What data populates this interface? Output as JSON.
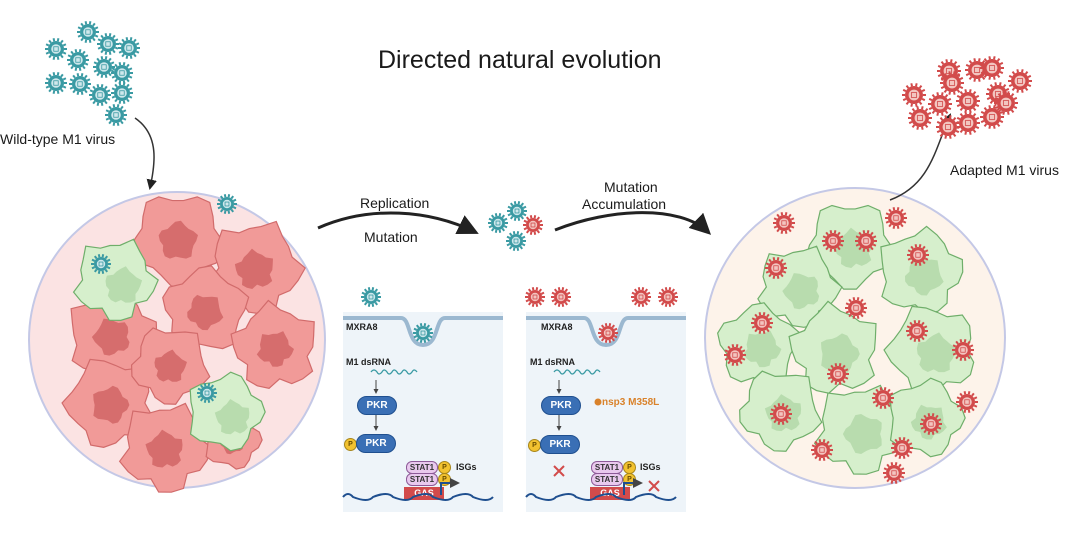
{
  "title": "Directed natural evolution",
  "labels": {
    "wild_type": "Wild-type M1 virus",
    "adapted": "Adapted M1 virus",
    "replication": "Replication",
    "mutation": "Mutation",
    "mutation_acc_line1": "Mutation",
    "mutation_acc_line2": "Accumulation"
  },
  "panels": [
    {
      "name": "wild-type-pathway",
      "receptor": "MXRA8",
      "rna": "M1 dsRNA",
      "kinase": "PKR",
      "phospho": "P",
      "tf": [
        "STAT1",
        "STAT1"
      ],
      "promoter": "GAS",
      "output": "ISGs",
      "inhibited": false
    },
    {
      "name": "adapted-pathway",
      "receptor": "MXRA8",
      "rna": "M1 dsRNA",
      "kinase": "PKR",
      "phospho": "P",
      "tf": [
        "STAT1",
        "STAT1"
      ],
      "promoter": "GAS",
      "output": "ISGs",
      "mutation": "nsp3 M358L",
      "inhibited": true
    }
  ],
  "colors": {
    "wild_type_virus": "#3a9aa3",
    "adapted_virus": "#d24b4b",
    "tumor_cell": "#f19a98",
    "infected_cell": "#d6efcc",
    "kinase": "#3a6fb5",
    "mutation": "#d9822b"
  }
}
